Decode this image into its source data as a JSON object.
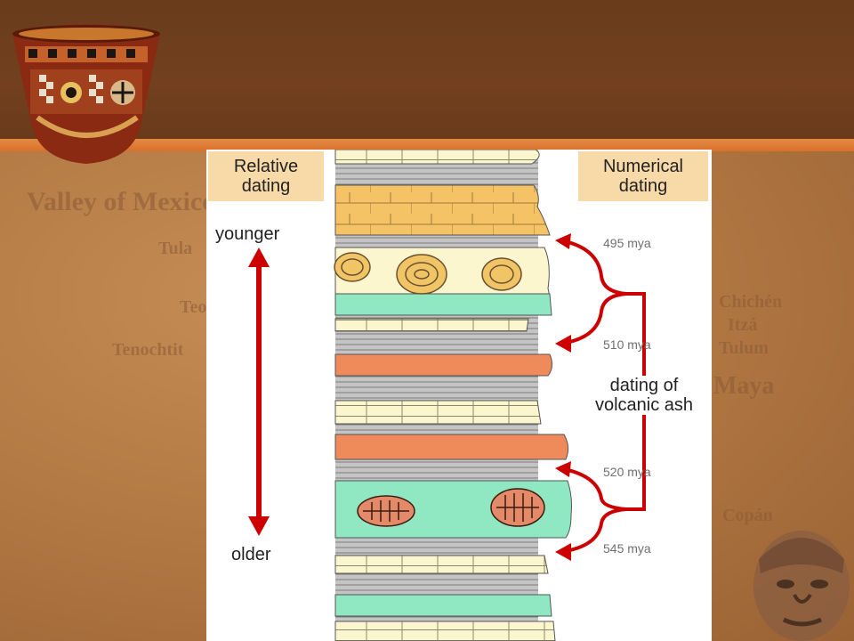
{
  "diagram": {
    "relative_dating_label": "Relative\ndating",
    "numerical_dating_label": "Numerical\ndating",
    "younger_label": "younger",
    "older_label": "older",
    "ash_label": "dating of\nvolcanic ash",
    "dates": [
      "495 mya",
      "510 mya",
      "520 mya",
      "545 mya"
    ]
  },
  "background_map_labels": [
    "Valley of Mexico",
    "Tula",
    "Teo",
    "Tenochtit",
    "Chichén",
    "Itzá",
    "Tulum",
    "Maya",
    "Copán"
  ],
  "colors": {
    "banner": "#6f3e1d",
    "stripe": "#e2803a",
    "sandstone": "#f6c266",
    "shale": "#bdbdbd",
    "volcanic_ash": "#ef8a5a",
    "fossil_layer": "#8fe8c2",
    "limestone": "#fcf6cf",
    "arrow": "#cc0000",
    "header_box": "#f8d9a8"
  }
}
